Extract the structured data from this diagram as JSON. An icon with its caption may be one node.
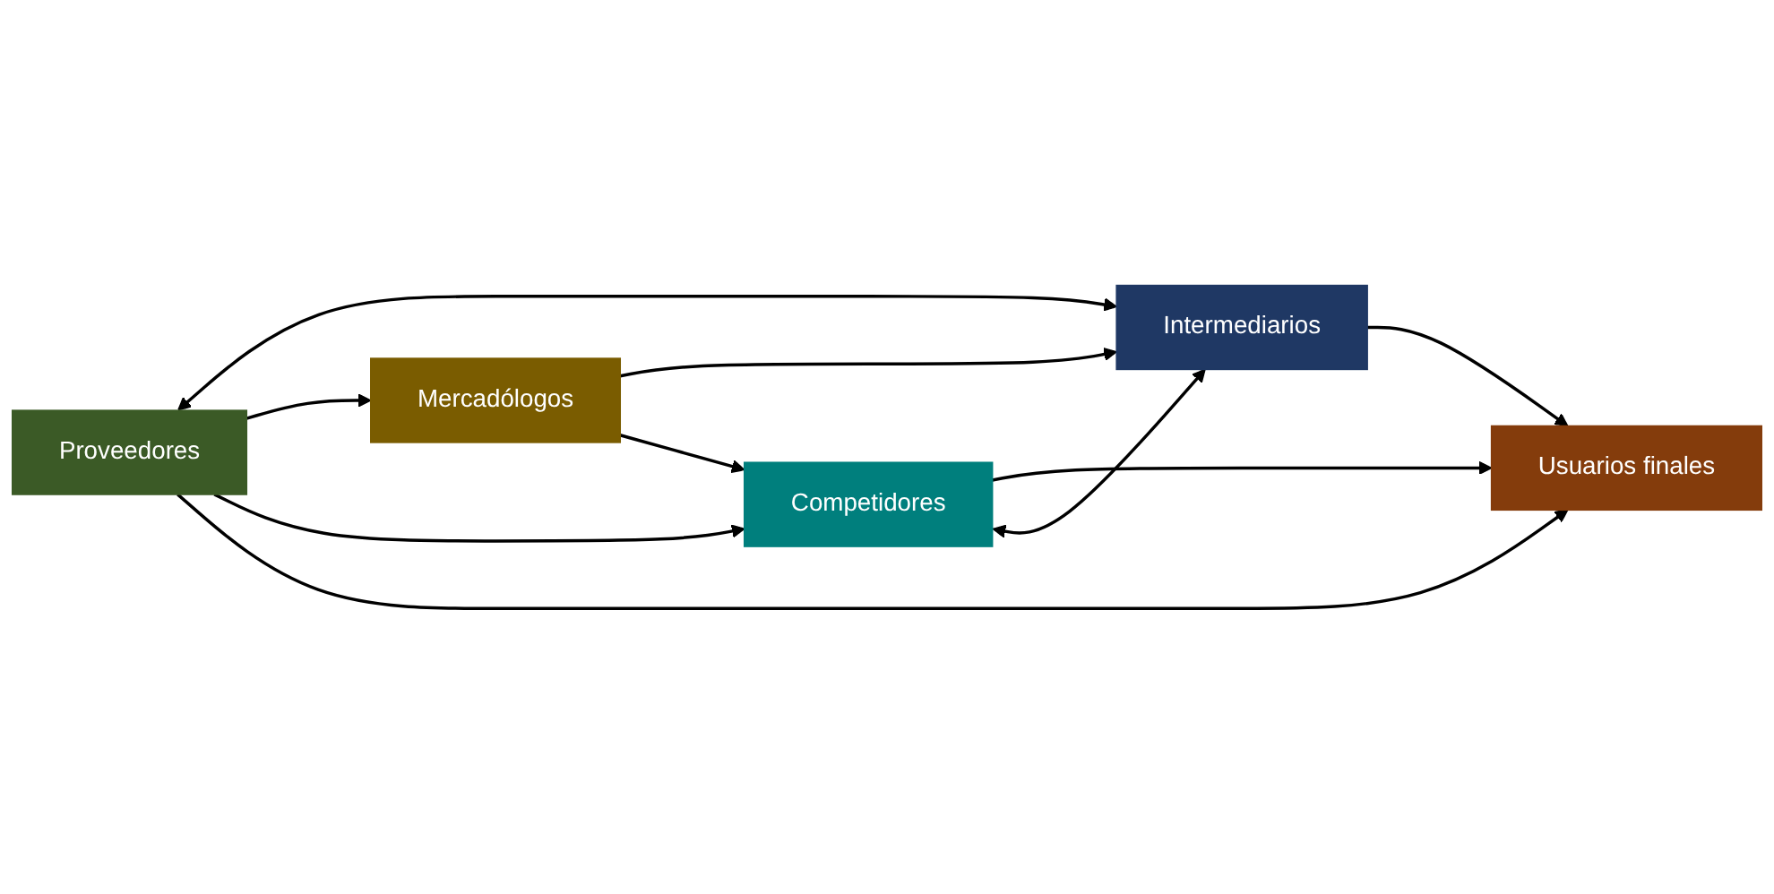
{
  "diagram": {
    "nodes": [
      {
        "text": [
          "Proveedores"
        ]
      },
      {
        "text": [
          "Mercadólogos"
        ]
      },
      {
        "text": [
          "Competidores"
        ]
      },
      {
        "text": [
          "Intermediarios"
        ]
      },
      {
        "text": [
          "Usuarios finales"
        ]
      }
    ],
    "edges": [
      {
        "from": 0,
        "to": 3,
        "arrow": "both"
      },
      {
        "from": 0,
        "to": 1,
        "arrow": "to"
      },
      {
        "from": 0,
        "to": 2,
        "arrow": "to"
      },
      {
        "from": 1,
        "to": 3,
        "arrow": "to"
      },
      {
        "from": 1,
        "to": 2,
        "arrow": "to"
      },
      {
        "from": 2,
        "to": 4,
        "arrow": "to"
      },
      {
        "from": 0,
        "to": 4,
        "arrow": "to"
      },
      {
        "from": 2,
        "to": 3,
        "arrow": "both"
      },
      {
        "from": 3,
        "to": 4,
        "arrow": "to"
      }
    ]
  }
}
